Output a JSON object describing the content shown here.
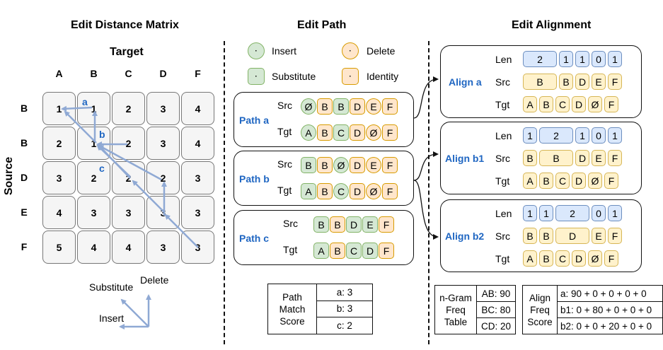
{
  "titles": {
    "matrix": "Edit Distance Matrix",
    "path": "Edit Path",
    "alignment": "Edit Alignment"
  },
  "matrix": {
    "target_label": "Target",
    "source_label": "Source",
    "columns": [
      "A",
      "B",
      "C",
      "D",
      "F"
    ],
    "rows": [
      "B",
      "B",
      "D",
      "E",
      "F"
    ],
    "cells": [
      [
        "1",
        "1",
        "2",
        "3",
        "4"
      ],
      [
        "2",
        "1",
        "2",
        "3",
        "4"
      ],
      [
        "3",
        "2",
        "2",
        "2",
        "3"
      ],
      [
        "4",
        "3",
        "3",
        "3",
        "3"
      ],
      [
        "5",
        "4",
        "4",
        "3",
        "3"
      ]
    ],
    "path_labels": [
      "a",
      "b",
      "c"
    ],
    "op_labels": {
      "substitute": "Substitute",
      "delete": "Delete",
      "insert": "Insert"
    },
    "arrow_color": "#8fa9d4"
  },
  "legend": {
    "insert": "Insert",
    "delete": "Delete",
    "substitute": "Substitute",
    "identity": "Identity",
    "dot": "·"
  },
  "paths": [
    {
      "name": "Path a",
      "src_label": "Src",
      "tgt_label": "Tgt",
      "src": [
        "Ø",
        "B",
        "B",
        "D",
        "E",
        "F"
      ],
      "tgt": [
        "A",
        "B",
        "C",
        "D",
        "Ø",
        "F"
      ]
    },
    {
      "name": "Path b",
      "src_label": "Src",
      "tgt_label": "Tgt",
      "src": [
        "B",
        "B",
        "Ø",
        "D",
        "E",
        "F"
      ],
      "tgt": [
        "A",
        "B",
        "C",
        "D",
        "Ø",
        "F"
      ]
    },
    {
      "name": "Path c",
      "src_label": "Src",
      "tgt_label": "Tgt",
      "src": [
        "B",
        "B",
        "D",
        "E",
        "F"
      ],
      "tgt": [
        "A",
        "B",
        "C",
        "D",
        "F"
      ]
    }
  ],
  "path_score": {
    "header_lines": [
      "Path",
      "Match",
      "Score"
    ],
    "rows": [
      "a: 3",
      "b: 3",
      "c: 2"
    ]
  },
  "alignments": [
    {
      "name": "Align a",
      "len_label": "Len",
      "src_label": "Src",
      "tgt_label": "Tgt",
      "len": [
        "2",
        "1",
        "1",
        "0",
        "1"
      ],
      "src": [
        "B",
        "B",
        "D",
        "E",
        "F"
      ],
      "tgt": [
        "A",
        "B",
        "C",
        "D",
        "Ø",
        "F"
      ]
    },
    {
      "name": "Align b1",
      "len_label": "Len",
      "src_label": "Src",
      "tgt_label": "Tgt",
      "len": [
        "1",
        "2",
        "1",
        "0",
        "1"
      ],
      "src": [
        "B",
        "B",
        "D",
        "E",
        "F"
      ],
      "tgt": [
        "A",
        "B",
        "C",
        "D",
        "Ø",
        "F"
      ]
    },
    {
      "name": "Align b2",
      "len_label": "Len",
      "src_label": "Src",
      "tgt_label": "Tgt",
      "len": [
        "1",
        "1",
        "2",
        "0",
        "1"
      ],
      "src": [
        "B",
        "B",
        "D",
        "E",
        "F"
      ],
      "tgt": [
        "A",
        "B",
        "C",
        "D",
        "Ø",
        "F"
      ]
    }
  ],
  "ngram_table": {
    "header_lines": [
      "n-Gram",
      "Freq",
      "Table"
    ],
    "rows": [
      "AB: 90",
      "BC: 80",
      "CD: 20"
    ]
  },
  "align_score": {
    "header_lines": [
      "Align",
      "Freq",
      "Score"
    ],
    "rows": [
      "a: 90 + 0 + 0 + 0 + 0",
      "b1: 0 + 80 + 0 + 0 + 0",
      "b2: 0 + 0 + 20 + 0 + 0"
    ]
  }
}
